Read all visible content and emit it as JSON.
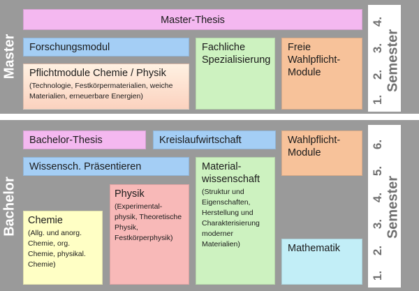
{
  "master": {
    "label": "Master",
    "semester_label": "Semester",
    "semesters": [
      "1.",
      "2.",
      "3.",
      "4."
    ],
    "thesis": "Master-Thesis",
    "forschungsmodul": "Forschungsmodul",
    "pflicht_title": "Pflichtmodule Chemie / Physik",
    "pflicht_sub": "(Technologie, Festkörpermaterialien, weiche Materialien, erneuerbare Energien)",
    "fachliche": "Fachliche Spezialisierung",
    "freie": "Freie Wahlpflicht-Module"
  },
  "bachelor": {
    "label": "Bachelor",
    "semester_label": "Semester",
    "semesters": [
      "1.",
      "2.",
      "3.",
      "4.",
      "5.",
      "6."
    ],
    "thesis": "Bachelor-Thesis",
    "kreislauf": "Kreislaufwirtschaft",
    "wahlpflicht": "Wahlpflicht-Module",
    "praesentieren": "Wissensch. Präsentieren",
    "material_title": "Material-wissenschaft",
    "material_sub": "(Struktur und Eigenschaften, Herstellung und Charakterisierung moderner Materialien)",
    "physik_title": "Physik",
    "physik_sub": "(Experimental-physik, Theoretische Physik, Festkörperphysik)",
    "chemie_title": "Chemie",
    "chemie_sub": "(Allg. und anorg. Chemie, org. Chemie, physikal. Chemie)",
    "mathematik": "Mathematik"
  }
}
